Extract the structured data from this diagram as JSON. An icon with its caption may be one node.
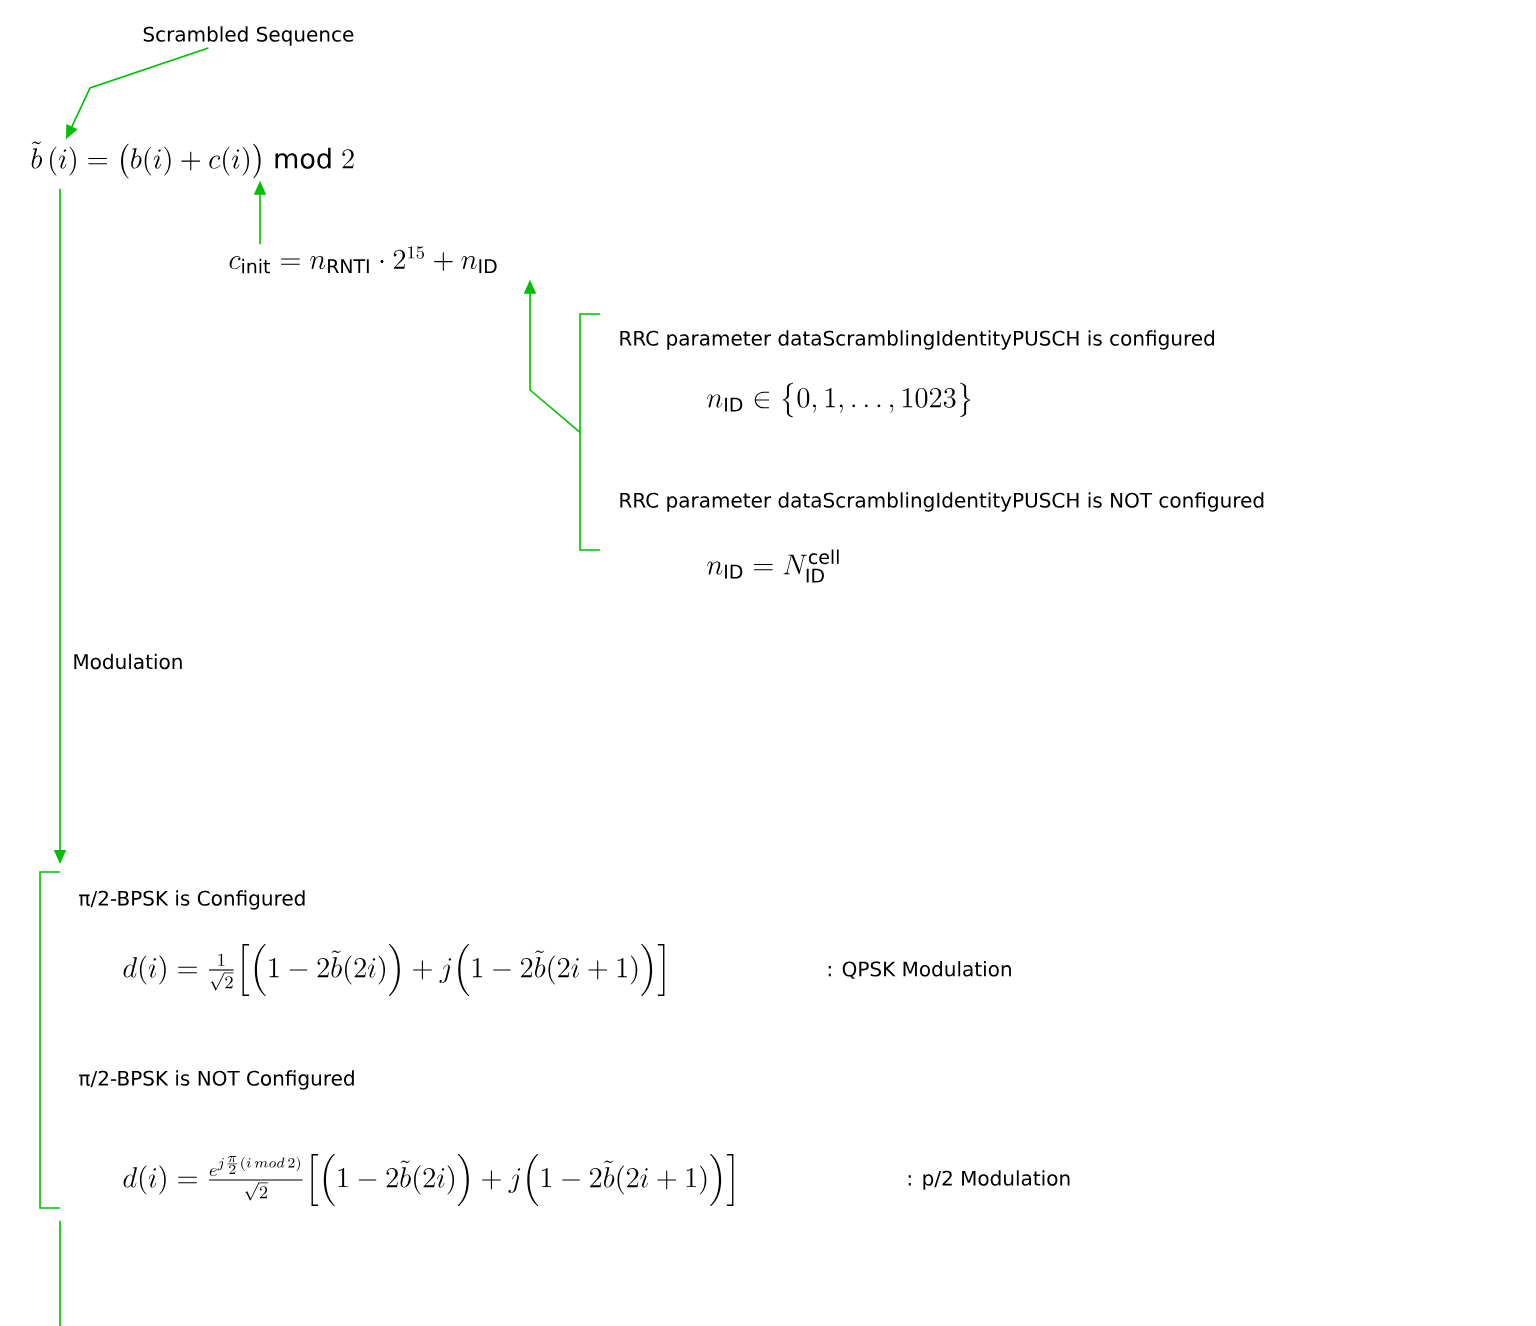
{
  "diagram": {
    "nodes": [
      {
        "text": [
          "Scrambled Sequence"
        ]
      },
      {
        "text": [
          "\\tilde{b}\\,(i)=\\bigl(b(i)+c(i)\\bigr)\\bmod 2"
        ]
      },
      {
        "text": [
          "c_{\\mathrm{init}}=n_{\\mathrm{RNTI}}\\cdot 2^{15}+n_{\\mathrm{ID}}"
        ]
      },
      {
        "text": [
          "RRC parameter dataScramblingIdentityPUSCH is configured",
          "n_{\\mathrm{ID}}\\in\\bigl\\{0,1,\\ldots,1023\\bigr\\}",
          "RRC parameter dataScramblingIdentityPUSCH is NOT configured",
          "n_{\\mathrm{ID}}=N_{\\mathrm{ID}}^{\\mathrm{cell}}"
        ]
      },
      {
        "text": [
          "π/2-BPSK is Configured",
          "d(i)=\\frac{1}{\\sqrt{2}}\\Bigl[\\Bigl(1-2\\tilde{b}(2i)\\Bigr)+j\\Bigl(1-2\\tilde{b}(2i+1)\\Bigr)\\Bigr]",
          ":  QPSK Modulation",
          "π/2-BPSK is NOT Configured",
          "d(i)=\\frac{e^{j\\frac{\\pi}{2}(i\\,mod\\,2)}}{\\sqrt{2}}\\Bigl[\\Bigl(1-2\\tilde{b}(2i)\\Bigr)+j\\Bigl(1-2\\tilde{b}(2i+1)\\Bigr)\\Bigr]",
          ": p/2 Modulation"
        ]
      }
    ],
    "edges": [
      {
        "from": 0,
        "to": 1,
        "arrow": "to"
      },
      {
        "from": 2,
        "to": 1,
        "arrow": "to"
      },
      {
        "from": 3,
        "to": 2,
        "arrow": "to"
      },
      {
        "from": 1,
        "to": 4,
        "label": "Modulation",
        "arrow": "to"
      },
      {
        "from": 4,
        "to": null,
        "arrow": "none"
      }
    ]
  }
}
